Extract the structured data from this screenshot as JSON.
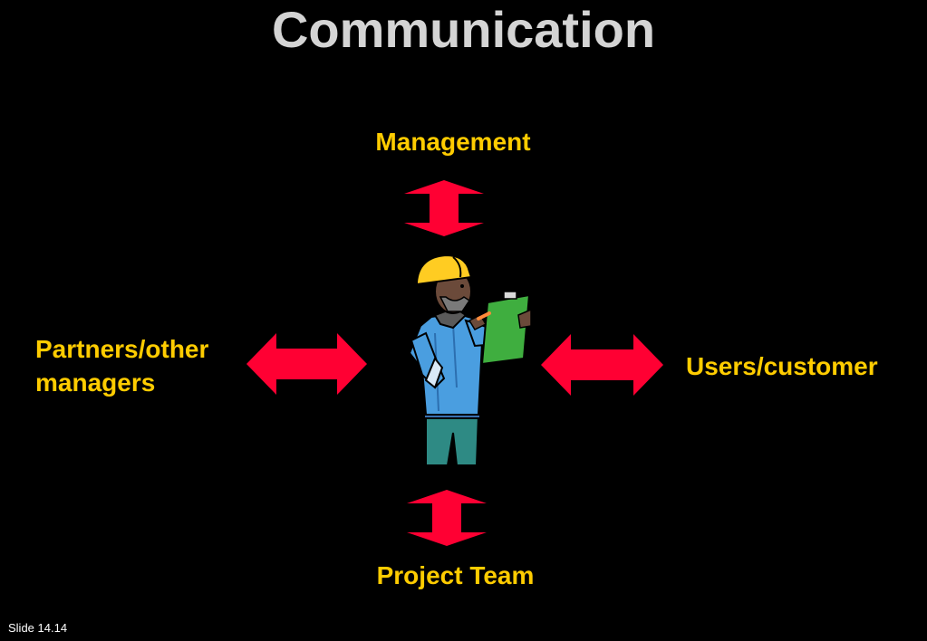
{
  "title": "Communication",
  "nodes": {
    "management": "Management",
    "partners": "Partners/other\nmanagers",
    "users": "Users/customer",
    "project_team": "Project Team"
  },
  "slide_number": "Slide 14.14",
  "colors": {
    "background": "#000000",
    "title": "#d4d4d4",
    "label": "#ffcc00",
    "arrow": "#ff0033"
  },
  "icons": {
    "center": "worker-with-clipboard-icon",
    "arrows": "double-headed-arrow-icon"
  }
}
